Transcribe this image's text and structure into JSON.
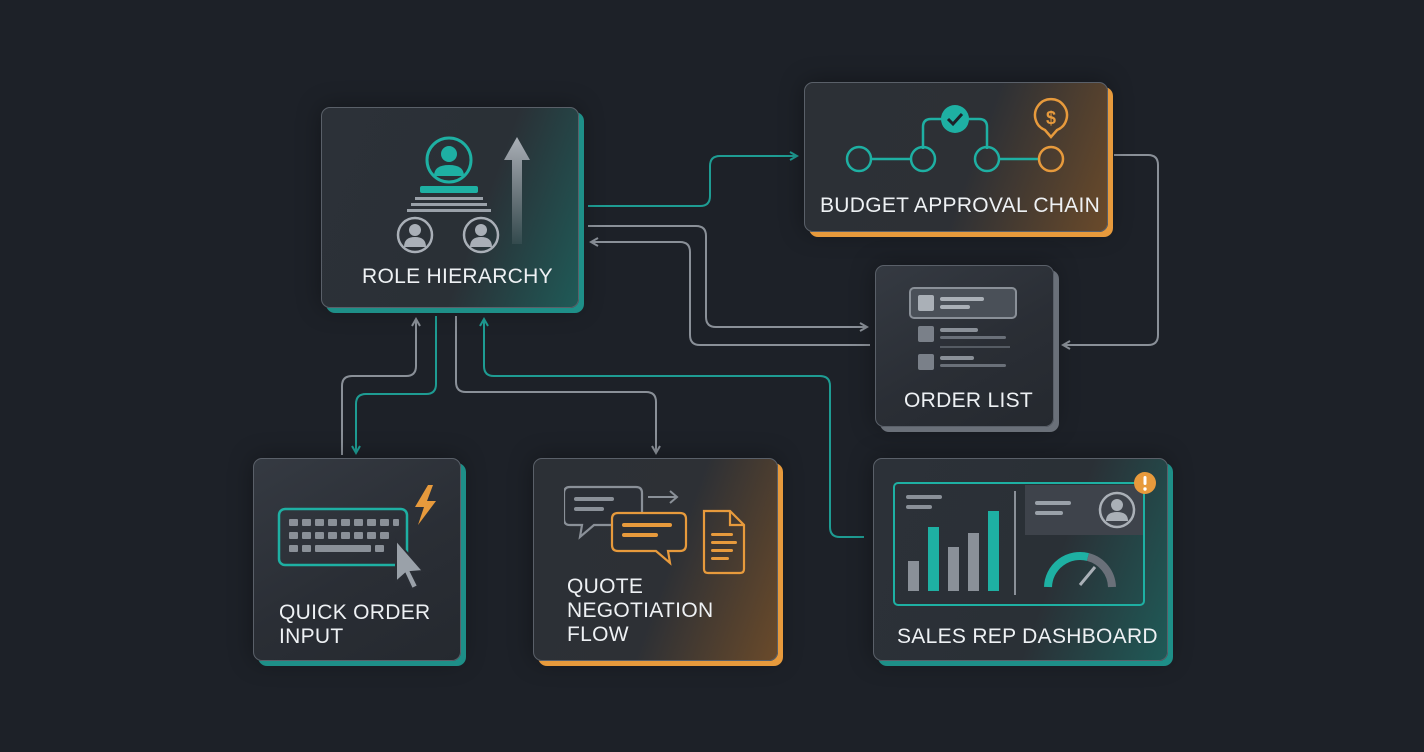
{
  "nodes": {
    "role_hierarchy": {
      "label": "ROLE HIERARCHY"
    },
    "budget_approval_chain": {
      "label": "BUDGET APPROVAL CHAIN"
    },
    "order_list": {
      "label": "ORDER LIST"
    },
    "quick_order_input": {
      "label": "QUICK ORDER\nINPUT"
    },
    "quote_negotiation_flow": {
      "label": "QUOTE\nNEGOTIATION\nFLOW"
    },
    "sales_rep_dashboard": {
      "label": "SALES REP DASHBOARD"
    }
  },
  "icons": {
    "role_hierarchy": "org-hierarchy-icon",
    "budget_approval_chain": "approval-chain-icon",
    "order_list": "list-icon",
    "quick_order_input": "keyboard-lightning-icon",
    "quote_negotiation_flow": "chat-document-icon",
    "sales_rep_dashboard": "dashboard-icon",
    "alert": "alert-badge-icon",
    "currency_symbol": "$"
  },
  "colors": {
    "background": "#1d2128",
    "teal": "#1e8f88",
    "orange": "#e79a3c",
    "gray_connector": "#8a9098",
    "label": "#eef1f4"
  }
}
